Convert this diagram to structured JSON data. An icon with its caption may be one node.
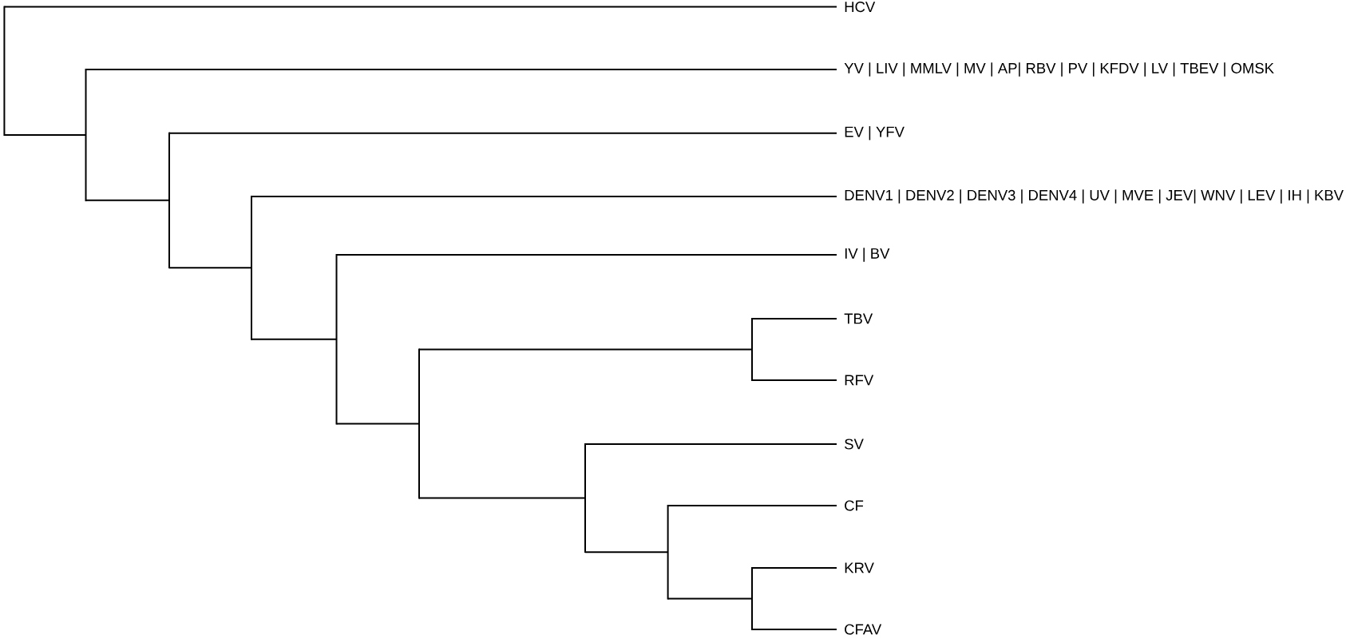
{
  "diagram": {
    "nodes": [
      {
        "text": [
          "HCV"
        ]
      },
      {
        "text": [
          "YV | LIV | MMLV | MV | AP| RBV | PV | KFDV | LV | TBEV | OMSK"
        ]
      },
      {
        "text": [
          "EV | YFV"
        ]
      },
      {
        "text": [
          "DENV1 | DENV2 | DENV3 | DENV4 | UV | MVE | JEV| WNV | LEV | IH | KBV"
        ]
      },
      {
        "text": [
          "IV | BV"
        ]
      },
      {
        "text": [
          "TBV"
        ]
      },
      {
        "text": [
          "RFV"
        ]
      },
      {
        "text": [
          "SV"
        ]
      },
      {
        "text": [
          "CF"
        ]
      },
      {
        "text": [
          "KRV"
        ]
      },
      {
        "text": [
          "CFAV"
        ]
      },
      {
        "text": [],
        "shape": "bar"
      },
      {
        "text": [],
        "shape": "bar"
      },
      {
        "text": [],
        "shape": "bar"
      },
      {
        "text": [],
        "shape": "bar"
      },
      {
        "text": [],
        "shape": "bar"
      },
      {
        "text": [],
        "shape": "bar"
      },
      {
        "text": [],
        "shape": "bar"
      },
      {
        "text": [],
        "shape": "bar"
      },
      {
        "text": [],
        "shape": "bar"
      },
      {
        "text": [],
        "shape": "bar"
      }
    ],
    "edges": [
      {
        "from": 11,
        "to": 0,
        "arrow": "none"
      },
      {
        "from": 11,
        "to": 12,
        "arrow": "none"
      },
      {
        "from": 12,
        "to": 1,
        "arrow": "none"
      },
      {
        "from": 12,
        "to": 13,
        "arrow": "none"
      },
      {
        "from": 13,
        "to": 2,
        "arrow": "none"
      },
      {
        "from": 13,
        "to": 14,
        "arrow": "none"
      },
      {
        "from": 14,
        "to": 3,
        "arrow": "none"
      },
      {
        "from": 14,
        "to": 15,
        "arrow": "none"
      },
      {
        "from": 15,
        "to": 4,
        "arrow": "none"
      },
      {
        "from": 15,
        "to": 16,
        "arrow": "none"
      },
      {
        "from": 16,
        "to": 17,
        "arrow": "none"
      },
      {
        "from": 16,
        "to": 18,
        "arrow": "none"
      },
      {
        "from": 17,
        "to": 5,
        "arrow": "none"
      },
      {
        "from": 17,
        "to": 6,
        "arrow": "none"
      },
      {
        "from": 18,
        "to": 7,
        "arrow": "none"
      },
      {
        "from": 18,
        "to": 19,
        "arrow": "none"
      },
      {
        "from": 19,
        "to": 8,
        "arrow": "none"
      },
      {
        "from": 19,
        "to": 20,
        "arrow": "none"
      },
      {
        "from": 20,
        "to": 9,
        "arrow": "none"
      },
      {
        "from": 20,
        "to": 10,
        "arrow": "none"
      }
    ]
  }
}
